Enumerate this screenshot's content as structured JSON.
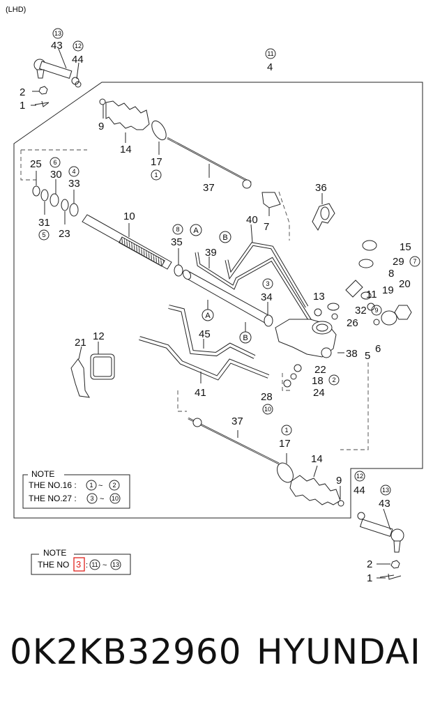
{
  "header": {
    "variant": "(LHD)"
  },
  "part_numbers": [
    "43",
    "44",
    "2",
    "1",
    "4",
    "9",
    "14",
    "17",
    "37",
    "25",
    "30",
    "33",
    "31",
    "23",
    "36",
    "10",
    "35",
    "39",
    "40",
    "7",
    "34",
    "15",
    "29",
    "8",
    "11",
    "19",
    "20",
    "13",
    "32",
    "26",
    "6",
    "38",
    "5",
    "22",
    "18",
    "24",
    "21",
    "12",
    "45",
    "41",
    "28",
    "3",
    "16",
    "27"
  ],
  "circled": [
    "13",
    "12",
    "11",
    "1",
    "6",
    "4",
    "5",
    "8",
    "3",
    "9",
    "7",
    "2",
    "10"
  ],
  "callouts": [
    "A",
    "B"
  ],
  "note_box_1": {
    "title": "NOTE",
    "row1": {
      "prefix": "THE NO.16 :",
      "from": "1",
      "to": "2"
    },
    "row2": {
      "prefix": "THE NO.27 :",
      "from": "3",
      "to": "10"
    }
  },
  "note_box_2": {
    "title": "NOTE",
    "prefix": "THE NO",
    "highlight": "3",
    "colon": ":",
    "from": "11",
    "to": "13"
  },
  "tilde": "~",
  "footer": {
    "part_number": "0K2KB32960",
    "brand": "HYUNDAI"
  },
  "colors": {
    "line": "#222222",
    "highlight_box": "#e0201b"
  }
}
